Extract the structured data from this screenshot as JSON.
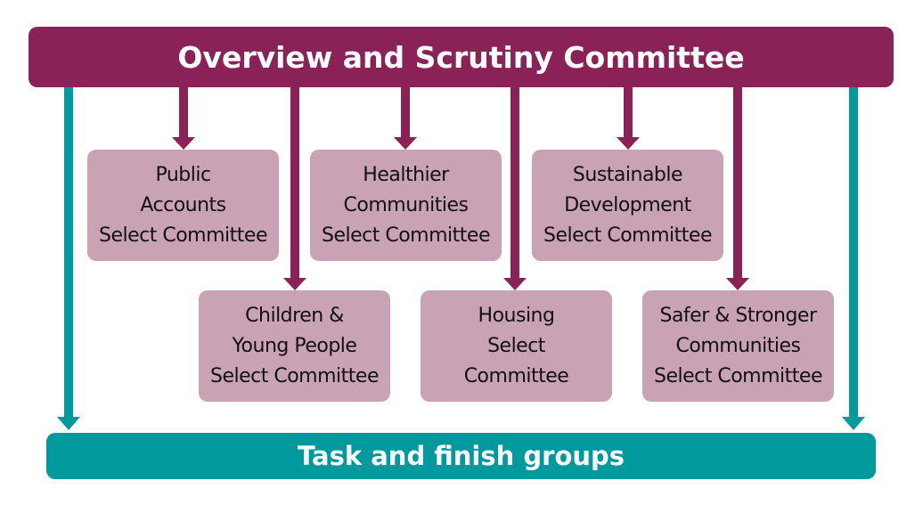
{
  "title": "Overview and Scrutiny Committee",
  "bottom": "Task and finish groups",
  "colors": {
    "purple": "#8A2258",
    "pink": "#C9A2B3",
    "teal": "#00999E"
  },
  "committees": [
    {
      "lines": [
        "Public",
        "Accounts",
        "Select Committee"
      ]
    },
    {
      "lines": [
        "Healthier",
        "Communities",
        "Select Committee"
      ]
    },
    {
      "lines": [
        "Sustainable",
        "Development",
        "Select Committee"
      ]
    },
    {
      "lines": [
        "Children &",
        "Young People",
        "Select Committee"
      ]
    },
    {
      "lines": [
        "Housing",
        "Select",
        "Committee"
      ]
    },
    {
      "lines": [
        "Safer & Stronger",
        "Communities",
        "Select Committee"
      ]
    }
  ]
}
